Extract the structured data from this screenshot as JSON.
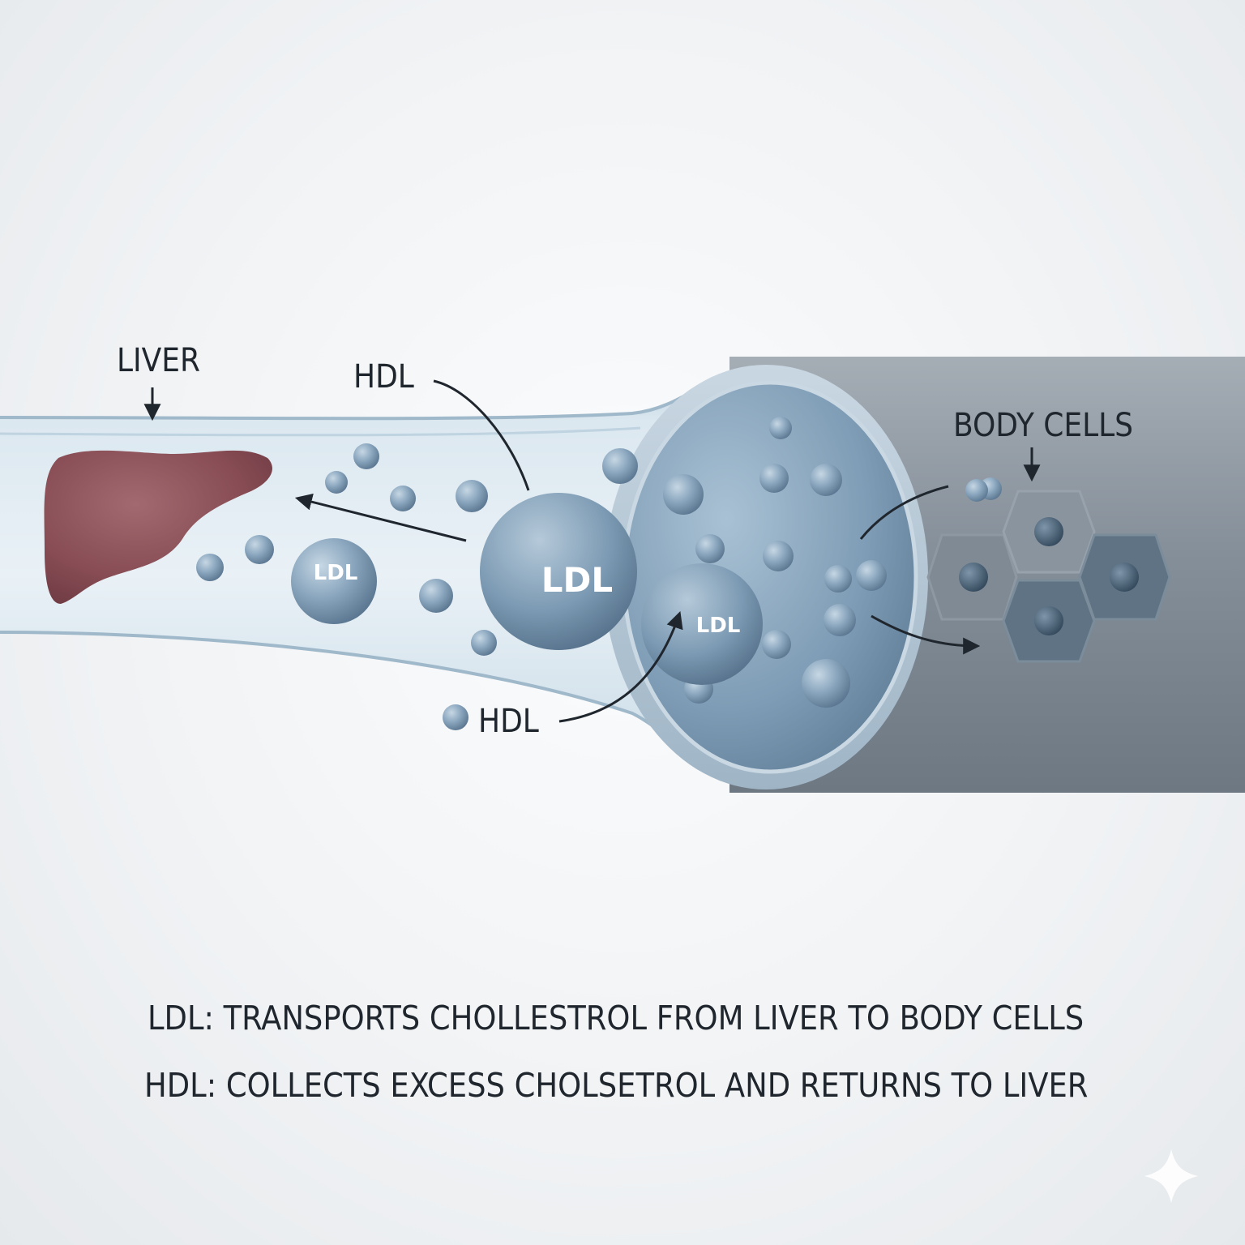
{
  "labels": {
    "liver": "LIVER",
    "hdl_top": "HDL",
    "hdl_bottom": "HDL",
    "body_cells": "BODY CELLS",
    "ldl_small": "LDL",
    "ldl_large": "LDL",
    "ldl_front": "LDL"
  },
  "legend": {
    "ldl": "LDL: TRANSPORTS CHOLLESTROL FROM LIVER TO BODY CELLS",
    "hdl": "HDL: COLLECTS EXCESS CHOLSETROL AND RETURNS TO LIVER"
  },
  "colors": {
    "liver": "#8a4e55",
    "vessel_light": "#d3e2ec",
    "vessel_dark": "#6c879f",
    "particle": "#7d9ab4",
    "cell_hex": "#7d8894",
    "text": "#20262d"
  },
  "icons": {
    "watermark": "sparkle-icon"
  }
}
